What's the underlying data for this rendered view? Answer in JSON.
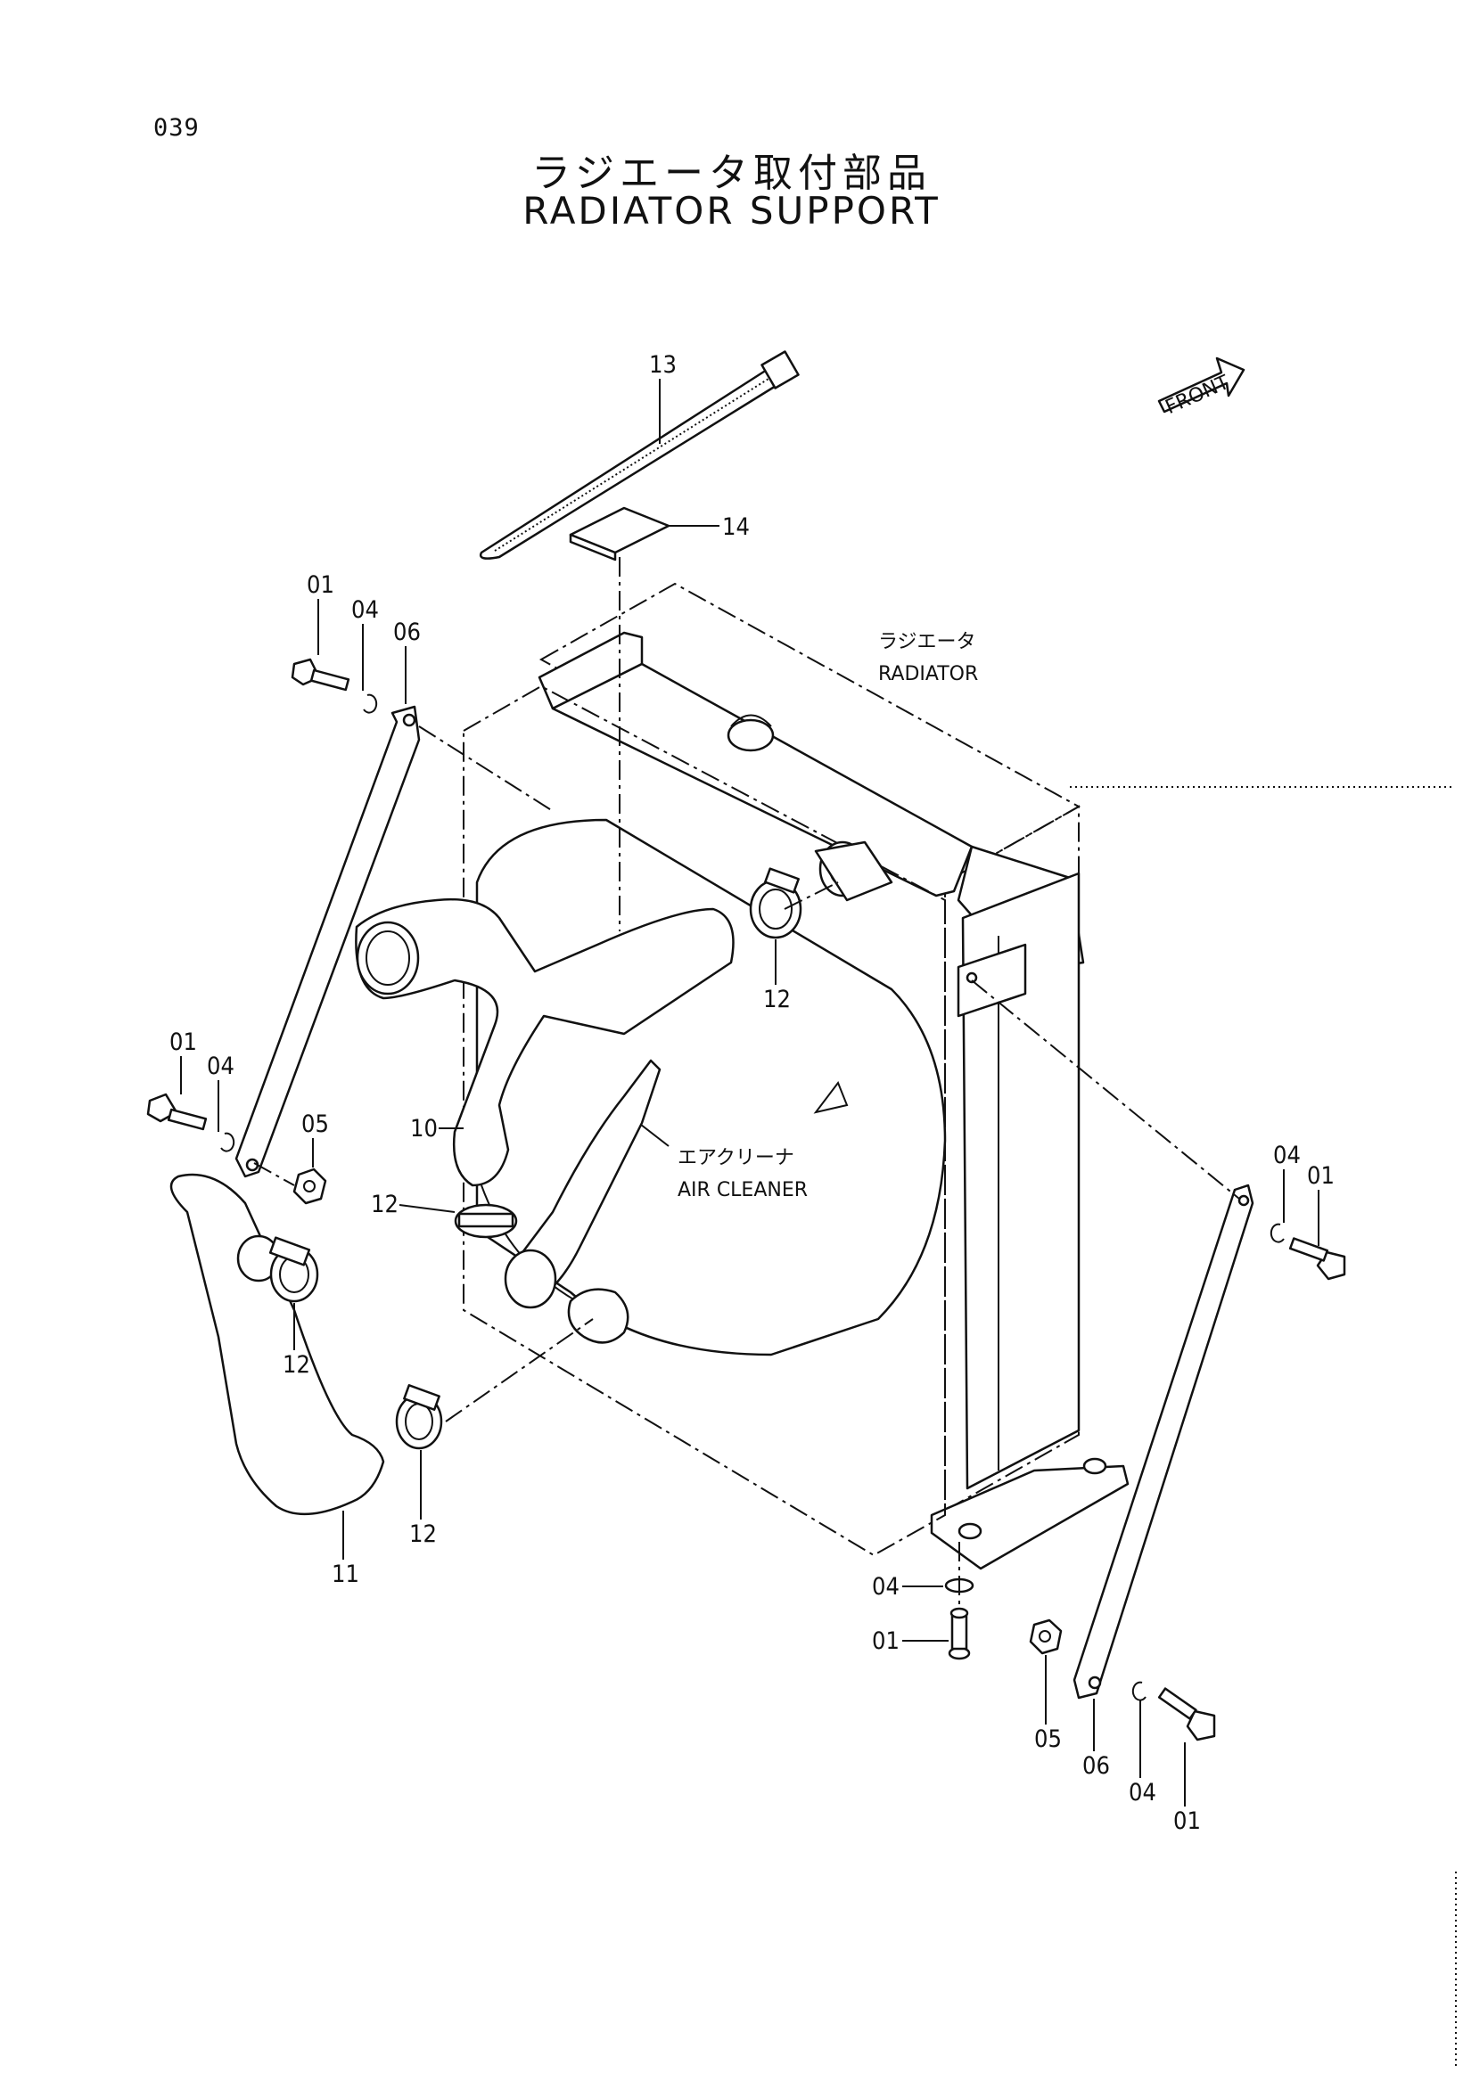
{
  "page_number": "039",
  "title_jp": "ラジエータ取付部品",
  "title_en": "RADIATOR SUPPORT",
  "front_marker": "FRONT",
  "assemblies": {
    "radiator_jp": "ラジエータ",
    "radiator_en": "RADIATOR",
    "air_cleaner_jp": "エアクリーナ",
    "air_cleaner_en": "AIR CLEANER"
  },
  "callouts": {
    "c13": "13",
    "c14": "14",
    "c01_a": "01",
    "c04_a": "04",
    "c06_a": "06",
    "c01_b": "01",
    "c04_b": "04",
    "c05_a": "05",
    "c10": "10",
    "c12_a": "12",
    "c12_b": "12",
    "c12_c": "12",
    "c12_d": "12",
    "c11": "11",
    "c04_c": "04",
    "c01_c": "01",
    "c04_d": "04",
    "c01_d": "01",
    "c05_b": "05",
    "c06_b": "06",
    "c04_e": "04",
    "c01_e": "01"
  }
}
